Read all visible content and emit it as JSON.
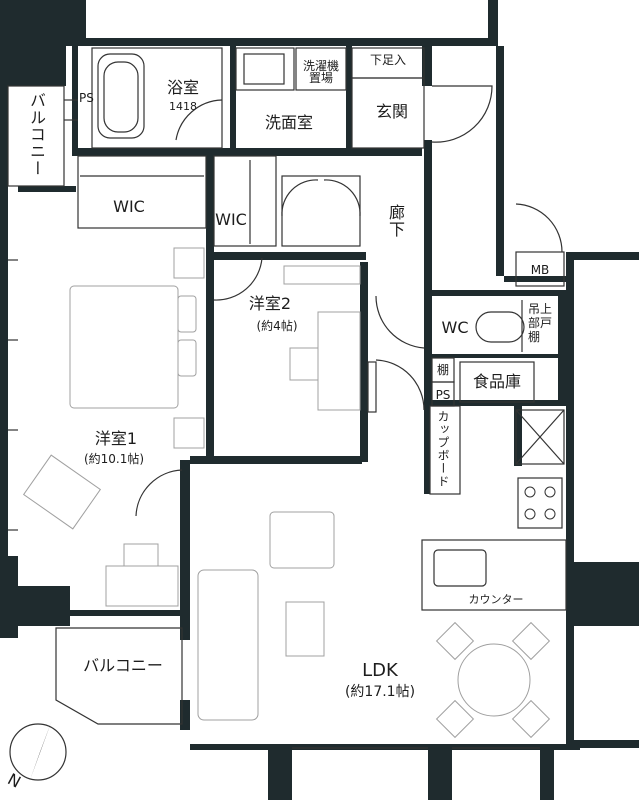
{
  "rooms": {
    "bathroom": {
      "name": "浴室",
      "size": "1418"
    },
    "washing_machine": "洗濯機置場",
    "shoe_cabinet": "下足入",
    "balcony_top": "バルコニー",
    "ps_top": "PS",
    "washroom": "洗面室",
    "entrance": "玄関",
    "wic_1": "WIC",
    "wic_2": "WIC",
    "hallway": "廊下",
    "mb": "MB",
    "western_room_2": {
      "name": "洋室2",
      "area": "(約4帖)"
    },
    "wc": "WC",
    "upper_shelf": "吊上部戸棚",
    "shelf": "棚",
    "pantry": "食品庫",
    "ps_kitchen": "PS",
    "cupboard": "カップボード",
    "western_room_1": {
      "name": "洋室1",
      "area": "(約10.1帖)"
    },
    "counter": "カウンター",
    "balcony_bottom": "バルコニー",
    "ldk": {
      "name": "LDK",
      "area": "(約17.1帖)"
    }
  },
  "compass": {
    "label": "N",
    "angle_deg": 28
  },
  "colors": {
    "wall": "#1f2b2e",
    "line": "#333333",
    "furniture": "#9a9a9a",
    "background": "#ffffff"
  }
}
